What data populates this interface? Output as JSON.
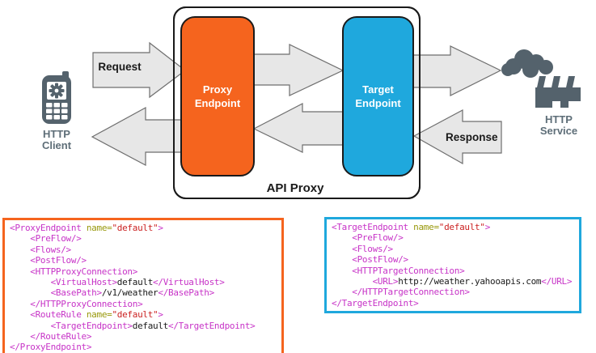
{
  "diagram": {
    "api_proxy": {
      "label": "API Proxy"
    },
    "proxy_endpoint": {
      "line1": "Proxy",
      "line2": "Endpoint",
      "color": "#F5641E"
    },
    "target_endpoint": {
      "line1": "Target",
      "line2": "Endpoint",
      "color": "#1FA8DD"
    },
    "request": {
      "label": "Request"
    },
    "response": {
      "label": "Response"
    },
    "http_client": {
      "line1": "HTTP",
      "line2": "Client"
    },
    "http_service": {
      "line1": "HTTP",
      "line2": "Service"
    },
    "colors": {
      "arrow_fill": "#E7E7E7",
      "arrow_stroke": "#6E6E6E",
      "icon": "#54626C",
      "icon_label": "#5E6E78",
      "box_border": "#1A1A1A"
    }
  },
  "syntax_colors": {
    "tag": "#C733C7",
    "attr": "#98980B",
    "val": "#CB2222",
    "text": "#1A1A1A"
  },
  "code_blocks": {
    "proxy": {
      "border_color": "#F5641E",
      "lines": [
        [
          {
            "c": "tag",
            "s": "<ProxyEndpoint"
          },
          {
            "c": "attr",
            "s": " name="
          },
          {
            "c": "val",
            "s": "\"default\""
          },
          {
            "c": "tag",
            "s": ">"
          }
        ],
        [
          {
            "c": "tag",
            "s": "    <PreFlow/>"
          }
        ],
        [
          {
            "c": "tag",
            "s": "    <Flows/>"
          }
        ],
        [
          {
            "c": "tag",
            "s": "    <PostFlow/>"
          }
        ],
        [
          {
            "c": "tag",
            "s": "    <HTTPProxyConnection>"
          }
        ],
        [
          {
            "c": "tag",
            "s": "        <VirtualHost>"
          },
          {
            "c": "text",
            "s": "default"
          },
          {
            "c": "tag",
            "s": "</VirtualHost>"
          }
        ],
        [
          {
            "c": "tag",
            "s": "        <BasePath>"
          },
          {
            "c": "text",
            "s": "/v1/weather"
          },
          {
            "c": "tag",
            "s": "</BasePath>"
          }
        ],
        [
          {
            "c": "tag",
            "s": "    </HTTPProxyConnection>"
          }
        ],
        [
          {
            "c": "tag",
            "s": "    <RouteRule"
          },
          {
            "c": "attr",
            "s": " name="
          },
          {
            "c": "val",
            "s": "\"default\""
          },
          {
            "c": "tag",
            "s": ">"
          }
        ],
        [
          {
            "c": "tag",
            "s": "        <TargetEndpoint>"
          },
          {
            "c": "text",
            "s": "default"
          },
          {
            "c": "tag",
            "s": "</TargetEndpoint>"
          }
        ],
        [
          {
            "c": "tag",
            "s": "    </RouteRule>"
          }
        ],
        [
          {
            "c": "tag",
            "s": "</ProxyEndpoint>"
          }
        ]
      ]
    },
    "target": {
      "border_color": "#1FA8DD",
      "lines": [
        [
          {
            "c": "tag",
            "s": "<TargetEndpoint"
          },
          {
            "c": "attr",
            "s": " name="
          },
          {
            "c": "val",
            "s": "\"default\""
          },
          {
            "c": "tag",
            "s": ">"
          }
        ],
        [
          {
            "c": "tag",
            "s": "    <PreFlow/>"
          }
        ],
        [
          {
            "c": "tag",
            "s": "    <Flows/>"
          }
        ],
        [
          {
            "c": "tag",
            "s": "    <PostFlow/>"
          }
        ],
        [
          {
            "c": "tag",
            "s": "    <HTTPTargetConnection>"
          }
        ],
        [
          {
            "c": "tag",
            "s": "        <URL>"
          },
          {
            "c": "text",
            "s": "http://weather.yahooapis.com"
          },
          {
            "c": "tag",
            "s": "</URL>"
          }
        ],
        [
          {
            "c": "tag",
            "s": "    </HTTPTargetConnection>"
          }
        ],
        [
          {
            "c": "tag",
            "s": "</TargetEndpoint>"
          }
        ]
      ]
    }
  }
}
